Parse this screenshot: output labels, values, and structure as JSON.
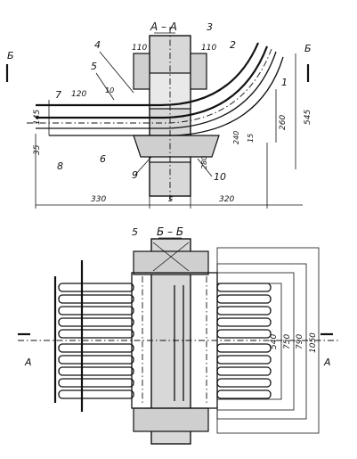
{
  "section_top": "А – А",
  "section_bottom": "Б – Б",
  "marker_b": "Б",
  "marker_a": "А",
  "callouts": [
    "1",
    "2",
    "3",
    "4",
    "5",
    "6",
    "7",
    "8",
    "9",
    "10"
  ],
  "dims_top": {
    "d110_left": "110",
    "d110_right": "110",
    "d120": "120",
    "d10": "10",
    "d145": "145",
    "d35": "35",
    "d260": "260",
    "d545": "545",
    "d240": "240",
    "d15": "15",
    "d280": "280",
    "d330": "330",
    "ds": "s",
    "d320": "320"
  },
  "dims_bottom": {
    "d540": "540",
    "d750": "750",
    "d790": "790",
    "d1050": "1050"
  }
}
